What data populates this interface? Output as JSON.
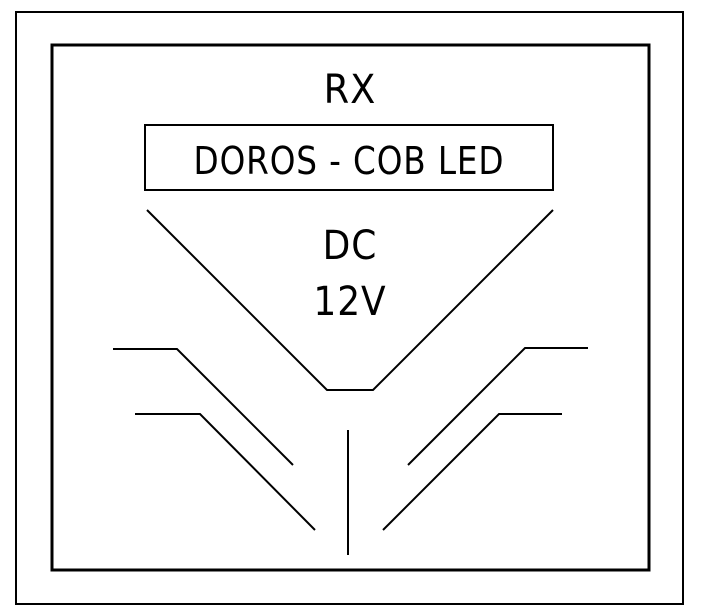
{
  "label": {
    "receiver": "RX",
    "model": "DOROS - COB LED",
    "power_type": "DC",
    "voltage": "12V"
  },
  "colors": {
    "ink": "#000000",
    "background": "#ffffff"
  }
}
